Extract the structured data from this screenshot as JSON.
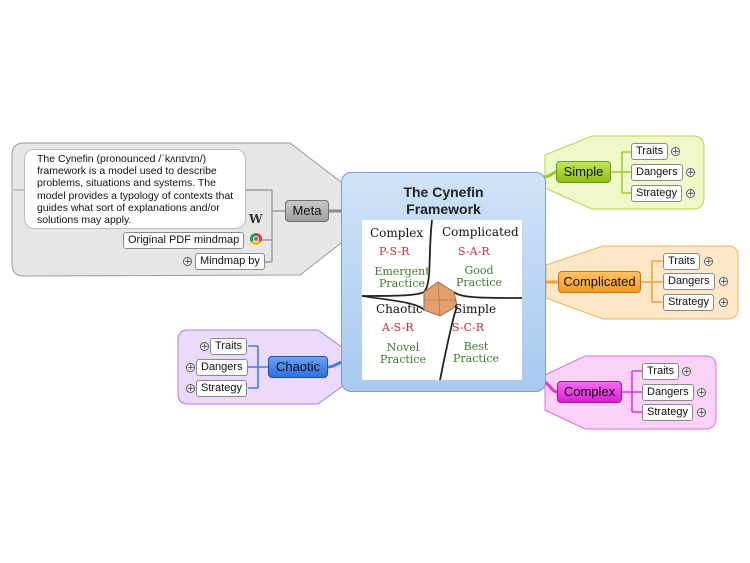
{
  "center": {
    "title_line1": "The Cynefin",
    "title_line2": "Framework",
    "image": {
      "complex": "Complex",
      "complex_code": "P-S-R",
      "complex_practice_1": "Emergent",
      "complex_practice_2": "Practice",
      "complicated": "Complicated",
      "complicated_code": "S-A-R",
      "complicated_practice_1": "Good",
      "complicated_practice_2": "Practice",
      "chaotic": "Chaotic",
      "chaotic_code": "A-S-R",
      "chaotic_practice_1": "Novel",
      "chaotic_practice_2": "Practice",
      "simple": "Simple",
      "simple_code": "S-C-R",
      "simple_practice_1": "Best",
      "simple_practice_2": "Practice"
    }
  },
  "meta": {
    "label": "Meta",
    "description": "The Cynefin (pronounced /ˈkʌnɪvɪn/) framework is a model used to describe problems, situations and systems. The model provides a typology of contexts that guides what sort of explanations and/or solutions may apply.",
    "pdf_link": "Original PDF mindmap",
    "mindmap_by": "Mindmap by",
    "wiki_glyph": "W"
  },
  "branches": {
    "simple": {
      "label": "Simple",
      "children": [
        "Traits",
        "Dangers",
        "Strategy"
      ]
    },
    "complicated": {
      "label": "Complicated",
      "children": [
        "Traits",
        "Dangers",
        "Strategy"
      ]
    },
    "complex": {
      "label": "Complex",
      "children": [
        "Traits",
        "Dangers",
        "Strategy"
      ]
    },
    "chaotic": {
      "label": "Chaotic",
      "children": [
        "Traits",
        "Dangers",
        "Strategy"
      ]
    }
  },
  "colors": {
    "simple_fill": "#eef7c6",
    "simple_node": "#9ccc2a",
    "complicated_fill": "#fde6c4",
    "complicated_node": "#f7a330",
    "complex_fill": "#fbd0f6",
    "complex_node": "#e632dc",
    "chaotic_fill": "#e8d6f8",
    "chaotic_node": "#3f7ee8",
    "meta_fill": "#e5e5e5",
    "meta_node": "#a9a9a9"
  },
  "icons": {
    "expand": "plus-circle-icon",
    "wikipedia": "wikipedia-icon",
    "browser": "browser-icon"
  }
}
